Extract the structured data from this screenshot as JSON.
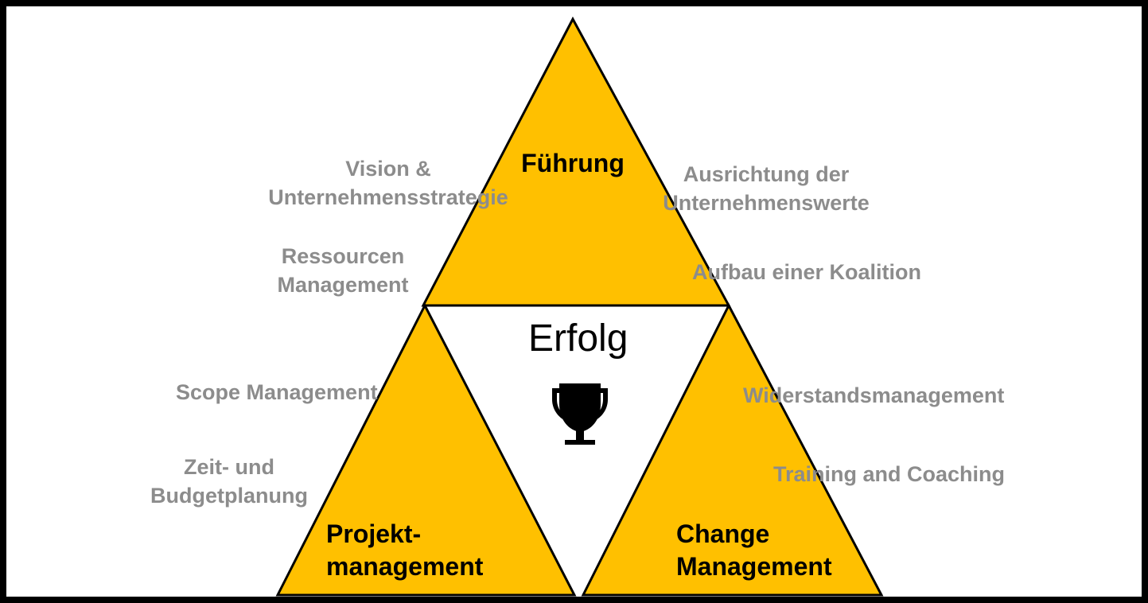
{
  "diagram": {
    "top_triangle": {
      "label": "Führung"
    },
    "left_triangle": {
      "label_line1": "Projekt-",
      "label_line2": "management"
    },
    "right_triangle": {
      "label_line1": "Change",
      "label_line2": "Management"
    },
    "center": {
      "label": "Erfolg",
      "icon": "trophy-icon"
    },
    "left_notes": {
      "vision_line1": "Vision &",
      "vision_line2": "Unternehmensstrategie",
      "resources_line1": "Ressourcen",
      "resources_line2": "Management",
      "scope": "Scope Management",
      "time_line1": "Zeit- und",
      "time_line2": "Budgetplanung"
    },
    "right_notes": {
      "values_line1": "Ausrichtung der",
      "values_line2": "Unternehmenswerte",
      "coalition": "Aufbau einer Koalition",
      "resistance": "Widerstandsmanagement",
      "training": "Training and Coaching"
    }
  },
  "colors": {
    "triangle_fill": "#FFC000",
    "outline": "#000000",
    "note_text": "#8C8C8C"
  }
}
